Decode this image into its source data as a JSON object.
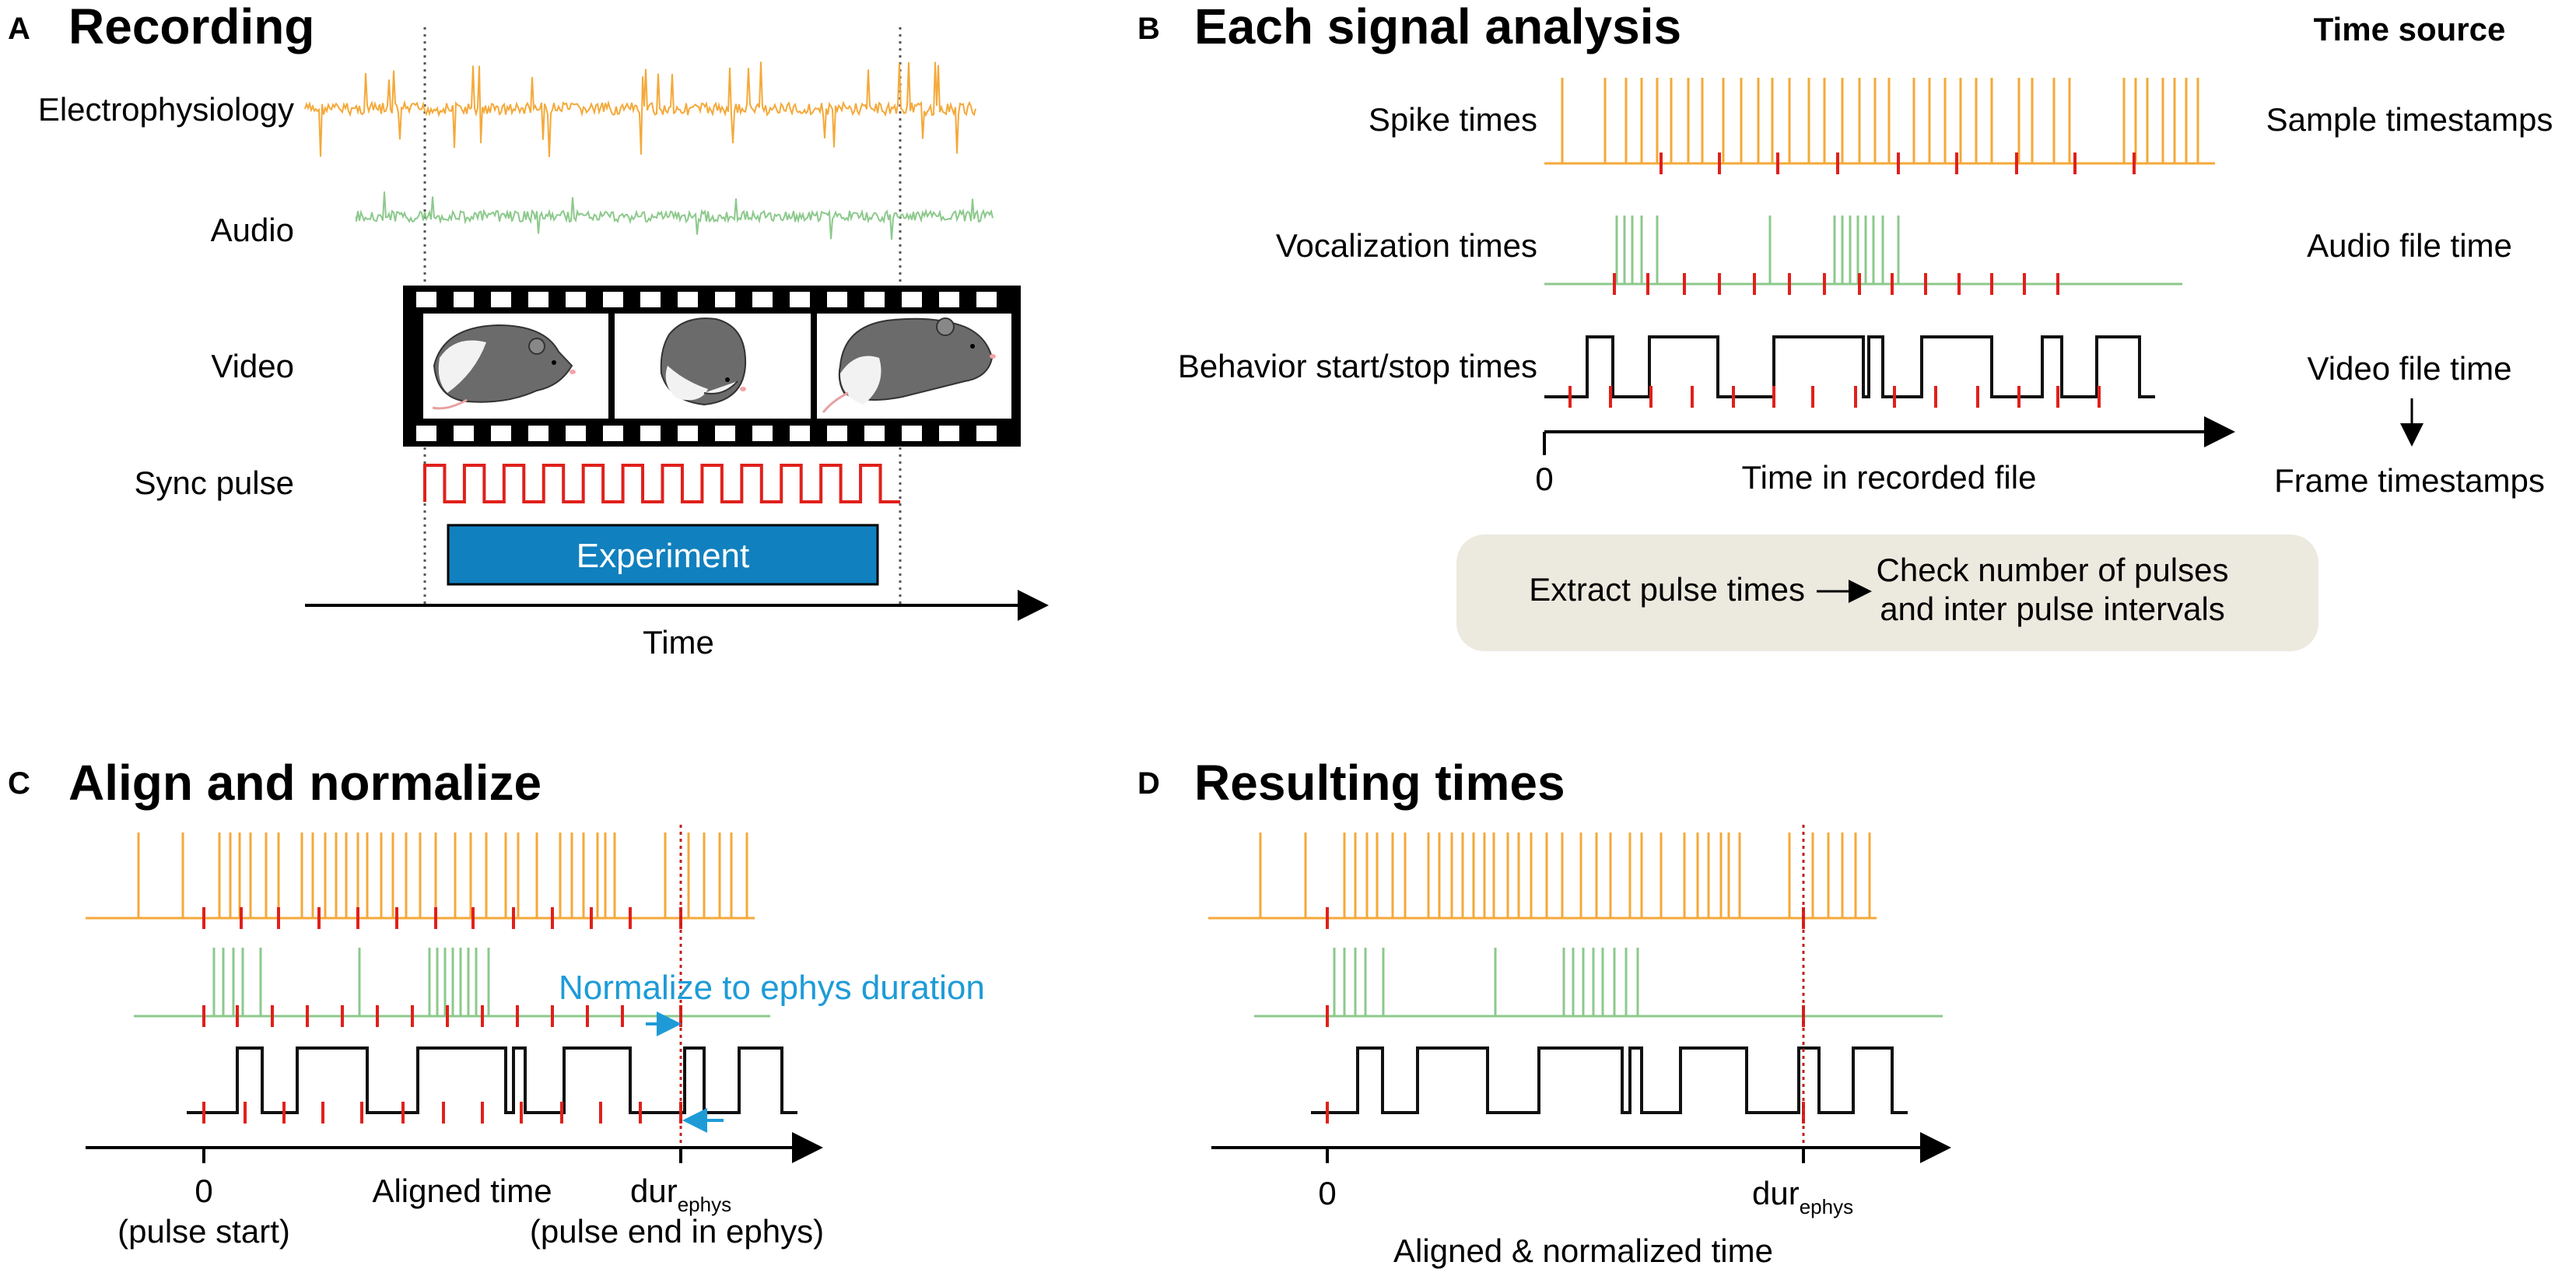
{
  "colors": {
    "ephys": "#F4A93A",
    "audio": "#8CC98C",
    "sync": "#E0201B",
    "behavior": "#111111",
    "experiment": "#1180BE",
    "normalize": "#1E9BD7",
    "pill": "#ECE9DF"
  },
  "panel_a": {
    "letter": "A",
    "title": "Recording",
    "rows": [
      "Electrophysiology",
      "Audio",
      "Video",
      "Sync pulse"
    ],
    "experiment": "Experiment",
    "axis": "Time"
  },
  "panel_b": {
    "letter": "B",
    "title": "Each signal analysis",
    "time_source_header": "Time source",
    "rows": [
      "Spike times",
      "Vocalization times",
      "Behavior start/stop times"
    ],
    "sources": [
      "Sample timestamps",
      "Audio file time",
      "Video file time",
      "Frame timestamps"
    ],
    "axis_zero": "0",
    "axis": "Time in recorded file",
    "pill_left": "Extract pulse times",
    "pill_right_1": "Check number of pulses",
    "pill_right_2": "and inter pulse intervals"
  },
  "panel_c": {
    "letter": "C",
    "title": "Align and normalize",
    "normalize": "Normalize to ephys duration",
    "zero": "0",
    "zero_sub": "(pulse start)",
    "axis": "Aligned time",
    "dur": "dur",
    "dur_sub": "ephys",
    "end_sub": "(pulse end in ephys)"
  },
  "panel_d": {
    "letter": "D",
    "title": "Resulting times",
    "zero": "0",
    "dur": "dur",
    "dur_sub": "ephys",
    "axis": "Aligned & normalized time"
  }
}
